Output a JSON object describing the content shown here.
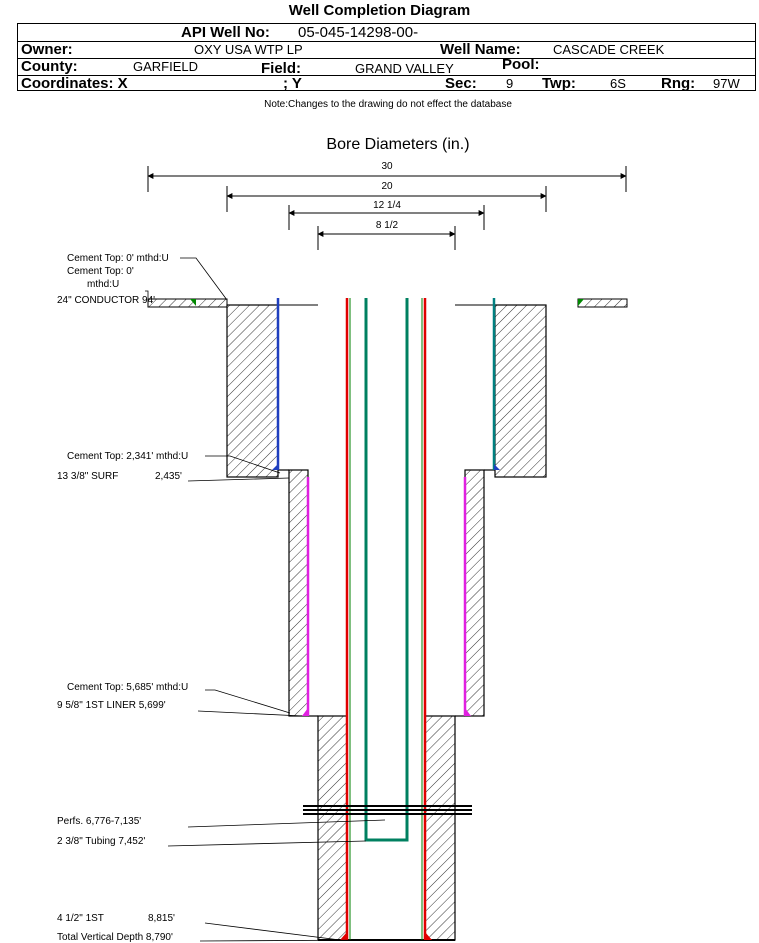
{
  "header": {
    "title": "Well Completion Diagram",
    "api_label": "API Well No:",
    "api_value": "05-045-14298-00-",
    "owner_label": "Owner:",
    "owner_value": "OXY USA WTP LP",
    "well_name_label": "Well Name:",
    "well_name_value": "CASCADE CREEK",
    "county_label": "County:",
    "county_value": "GARFIELD",
    "field_label": "Field:",
    "field_value": "GRAND VALLEY",
    "pool_label": "Pool:",
    "coord_x_label": "Coordinates: X",
    "coord_y_label": "; Y",
    "sec_label": "Sec:",
    "sec_value": "9",
    "twp_label": "Twp:",
    "twp_value": "6S",
    "rng_label": "Rng:",
    "rng_value": "97W",
    "note": "Note:Changes to the drawing do not effect the database"
  },
  "diagram": {
    "bore_title": "Bore Diameters (in.)",
    "bore_diameters": [
      "30",
      "20",
      "12 1/4",
      "8 1/2"
    ],
    "labels": {
      "cement_top_0": "Cement Top: 0' mthd:U",
      "cement_top_0b": "Cement Top: 0'",
      "mthd_u": "mthd:U",
      "conductor": "24\" CONDUCTOR  94'",
      "cement_top_2341": "Cement Top: 2,341' mthd:U",
      "surf": "13 3/8\" SURF",
      "surf_depth": "2,435'",
      "cement_top_5685": "Cement Top: 5,685' mthd:U",
      "liner": "9 5/8\" 1ST LINER  5,699'",
      "perfs": "Perfs. 6,776-7,135'",
      "tubing": "2 3/8\" Tubing 7,452'",
      "prod": "4 1/2\" 1ST",
      "prod_depth": "8,815'",
      "tvd": "Total Vertical Depth 8,790'"
    },
    "colors": {
      "surface_casing": "#1f3fbf",
      "liner": "#e020e0",
      "production": "#e00000",
      "tubing": "#008060"
    }
  }
}
